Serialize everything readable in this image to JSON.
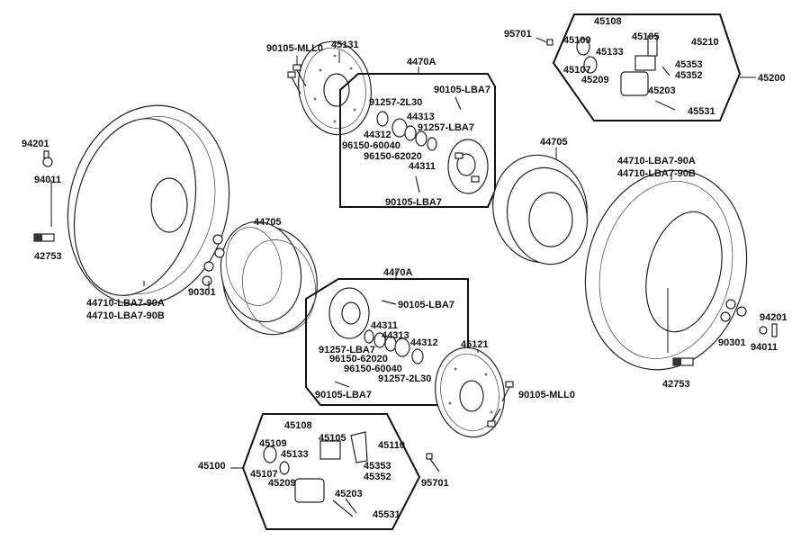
{
  "labels": {
    "p94201_l": "94201",
    "p94011_l": "94011",
    "p42753_l": "42753",
    "tire_l_a": "44710-LBA7-90A",
    "tire_l_b": "44710-LBA7-90B",
    "rim_l": "44705",
    "p90301_l": "90301",
    "p90105mll0_t": "90105-MLL0",
    "p45131": "45131",
    "hub_t": "4470A",
    "t91257_2l30": "91257-2L30",
    "t90105_lba7_a": "90105-LBA7",
    "t44313": "44313",
    "t91257_lba7": "91257-LBA7",
    "t44312": "44312",
    "t96150_60040": "96150-60040",
    "t96150_62020": "96150-62020",
    "t44311": "44311",
    "t90105_lba7_b": "90105-LBA7",
    "rim_r": "44705",
    "tire_r_a": "44710-LBA7-90A",
    "tire_r_b": "44710-LBA7-90B",
    "p95701_t": "95701",
    "c45108_t": "45108",
    "c45109_t": "45109",
    "c45105_t": "45105",
    "c45210": "45210",
    "c45133_t": "45133",
    "c45107_t": "45107",
    "c45353_t": "45353",
    "c45352_t": "45352",
    "c45209_t": "45209",
    "c45203_t": "45203",
    "c45531_t": "45531",
    "c45200": "45200",
    "hub_b": "4470A",
    "b90105_lba7_a": "90105-LBA7",
    "b44311": "44311",
    "b44313": "44313",
    "b91257_lba7": "91257-LBA7",
    "b44312": "44312",
    "b96150_62020": "96150-62020",
    "b96150_60040": "96150-60040",
    "b91257_2l30": "91257-2L30",
    "b90105_lba7_b": "90105-LBA7",
    "p45121": "45121",
    "p90105mll0_b": "90105-MLL0",
    "p94201_r": "94201",
    "p94011_r": "94011",
    "p90301_r": "90301",
    "p42753_r": "42753",
    "c45108_b": "45108",
    "c45109_b": "45109",
    "c45105_b": "45105",
    "c45110": "45110",
    "c45133_b": "45133",
    "c45100": "45100",
    "c45107_b": "45107",
    "c45353_b": "45353",
    "c45352_b": "45352",
    "c45209_b": "45209",
    "c45203_b": "45203",
    "c45531_b": "45531",
    "p95701_b": "95701"
  }
}
